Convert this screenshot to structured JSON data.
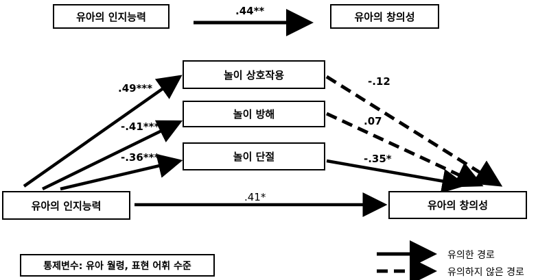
{
  "top_model": {
    "predictor": "유아의 인지능력",
    "outcome": "유아의 창의성",
    "coef": ".44**"
  },
  "mediation_model": {
    "predictor": "유아의 인지능력",
    "outcome": "유아의 창의성",
    "mediators": [
      {
        "label": "놀이 상호작용",
        "a_coef": ".49***",
        "b_coef": "-.12",
        "b_significant": false
      },
      {
        "label": "놀이 방해",
        "a_coef": "-.41***",
        "b_coef": ".07",
        "b_significant": false
      },
      {
        "label": "놀이 단절",
        "a_coef": "-.36***",
        "b_coef": "-.35*",
        "b_significant": true
      }
    ],
    "direct_coef": ".41*"
  },
  "control_note": "통제변수: 유아 월령, 표현 어휘 수준",
  "legend": {
    "significant": "유의한 경로",
    "non_significant": "유의하지 않은 경로"
  }
}
